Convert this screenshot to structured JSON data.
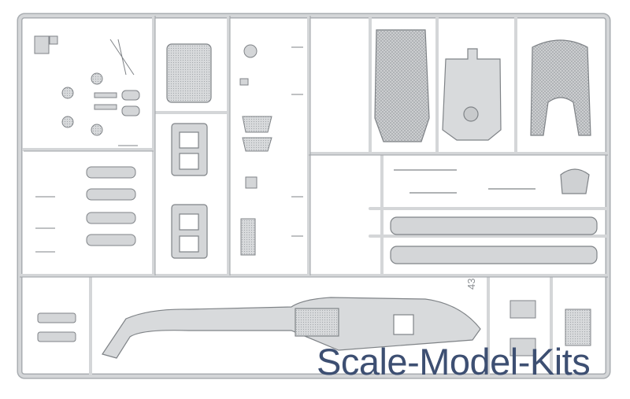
{
  "photo": {
    "subject": "plastic model kit sprue",
    "colors": {
      "plastic": "#d4d6d8",
      "plastic_edge": "#8c9094",
      "plastic_shadow": "#a9adb1",
      "background": "#ffffff",
      "watermark": "#3d4f72"
    }
  },
  "sprue_markings": {
    "part_code": "43"
  },
  "watermark": {
    "text": "Scale-Model-Kits"
  }
}
